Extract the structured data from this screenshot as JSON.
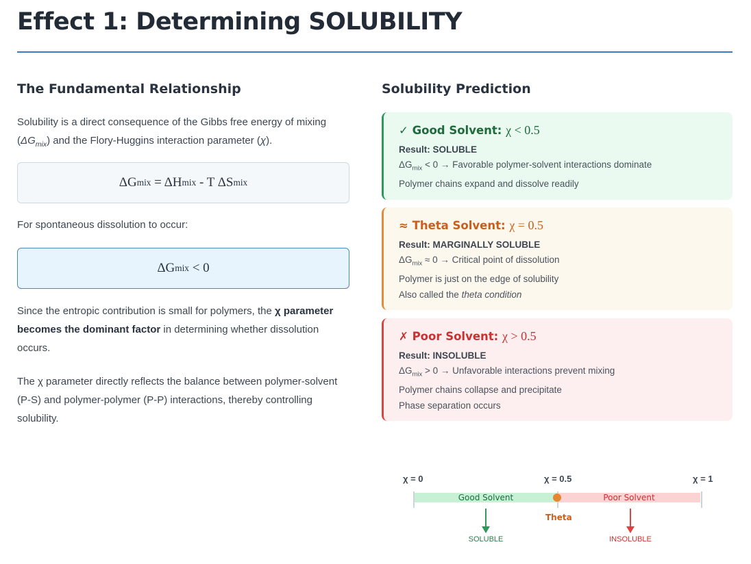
{
  "title": "Effect 1: Determining SOLUBILITY",
  "left": {
    "heading": "The Fundamental Relationship",
    "intro_a": "Solubility is a direct consequence of the Gibbs free energy of mixing (",
    "intro_dg": "ΔG",
    "intro_sub": "mix",
    "intro_b": ") and the Flory-Huggins interaction parameter (",
    "intro_chi": "χ",
    "intro_c": ").",
    "eq1": {
      "a": "ΔG",
      "a_sub": "mix",
      "b": " = ΔH",
      "b_sub": "mix",
      "c": " - T ΔS",
      "c_sub": "mix"
    },
    "condition_text": "For spontaneous dissolution to occur:",
    "eq2": {
      "a": "ΔG",
      "a_sub": "mix",
      "b": " < 0"
    },
    "para3_a": "Since the entropic contribution is small for polymers, the ",
    "para3_bold": "χ parameter becomes the dominant factor",
    "para3_b": " in determining whether dissolution occurs.",
    "para4": "The χ parameter directly reflects the balance between polymer-solvent (P-S) and polymer-polymer (P-P) interactions, thereby controlling solubility."
  },
  "right": {
    "heading": "Solubility Prediction",
    "cards": [
      {
        "title": "✓ Good Solvent: ",
        "math": "χ < 0.5",
        "result": "Result: SOLUBLE",
        "eq_pre": "ΔG",
        "eq_sub": "mix",
        "eq_post": " < 0 → Favorable polymer-solvent interactions dominate",
        "lines": [
          "Polymer chains expand and dissolve readily"
        ]
      },
      {
        "title": "≈ Theta Solvent: ",
        "math": "χ = 0.5",
        "result": "Result: MARGINALLY SOLUBLE",
        "eq_pre": "ΔG",
        "eq_sub": "mix",
        "eq_post": " ≈ 0 → Critical point of dissolution",
        "lines": [
          "Polymer is just on the edge of solubility"
        ],
        "last_pre": "Also called the ",
        "last_em": "theta condition"
      },
      {
        "title": "✗ Poor Solvent: ",
        "math": "χ > 0.5",
        "result": "Result: INSOLUBLE",
        "eq_pre": "ΔG",
        "eq_sub": "mix",
        "eq_post": " > 0 → Unfavorable interactions prevent mixing",
        "lines": [
          "Polymer chains collapse and precipitate",
          "Phase separation occurs"
        ]
      }
    ]
  },
  "scale": {
    "ticks": [
      "χ = 0",
      "χ = 0.5",
      "χ = 1"
    ],
    "good": "Good Solvent",
    "poor": "Poor Solvent",
    "theta": "Theta",
    "soluble": "SOLUBLE",
    "insoluble": "INSOLUBLE",
    "colors": {
      "good": "#c8f0d4",
      "poor": "#fbd3d3",
      "theta": "#e8852f",
      "green": "#2e9a5a",
      "red": "#dc4444"
    }
  }
}
